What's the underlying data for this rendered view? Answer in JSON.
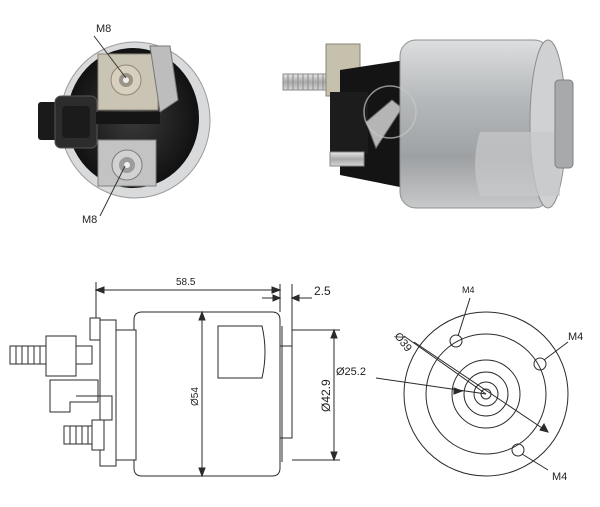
{
  "photo_end": {
    "label_top": "M8",
    "label_bottom": "M8"
  },
  "side_drawing": {
    "length": "58.5",
    "gap": "2.5",
    "dia_body": "Ø54",
    "dia_rear": "Ø42.9"
  },
  "end_drawing": {
    "bolt_circle": "Ø39",
    "inner_dia": "Ø25.2",
    "thread_top": "M4",
    "thread_right": "M4",
    "thread_bottom": "M4"
  },
  "colors": {
    "line": "#2a2a2a",
    "steel": "#b9bcbf",
    "dark": "#1c1c1c"
  }
}
